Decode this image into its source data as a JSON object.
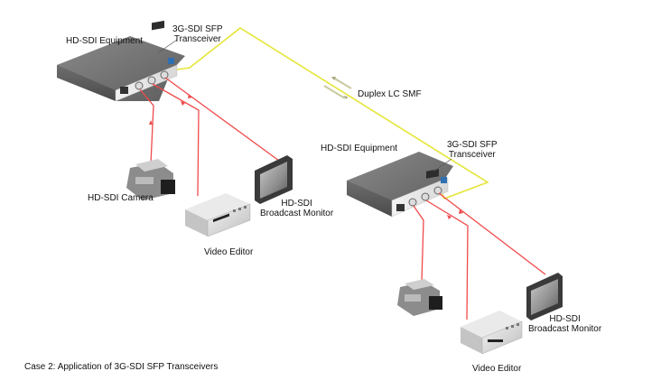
{
  "caption": "Case 2: Application of 3G-SDI SFP Transceivers",
  "fiber": {
    "label": "Duplex LC SMF",
    "color": "#e5e538"
  },
  "signal_color": "#f04a4a",
  "site_a": {
    "equipment_label": "HD-SDI Equipment",
    "sfp_label_line1": "3G-SDI SFP",
    "sfp_label_line2": "Transceiver",
    "camera_label": "HD-SDI Camera",
    "monitor_label_line1": "HD-SDI",
    "monitor_label_line2": "Broadcast Monitor",
    "editor_label": "Video Editor"
  },
  "site_b": {
    "equipment_label": "HD-SDI Equipment",
    "sfp_label_line1": "3G-SDI SFP",
    "sfp_label_line2": "Transceiver",
    "monitor_label_line1": "HD-SDI",
    "monitor_label_line2": "Broadcast Monitor",
    "editor_label": "Video Editor"
  }
}
